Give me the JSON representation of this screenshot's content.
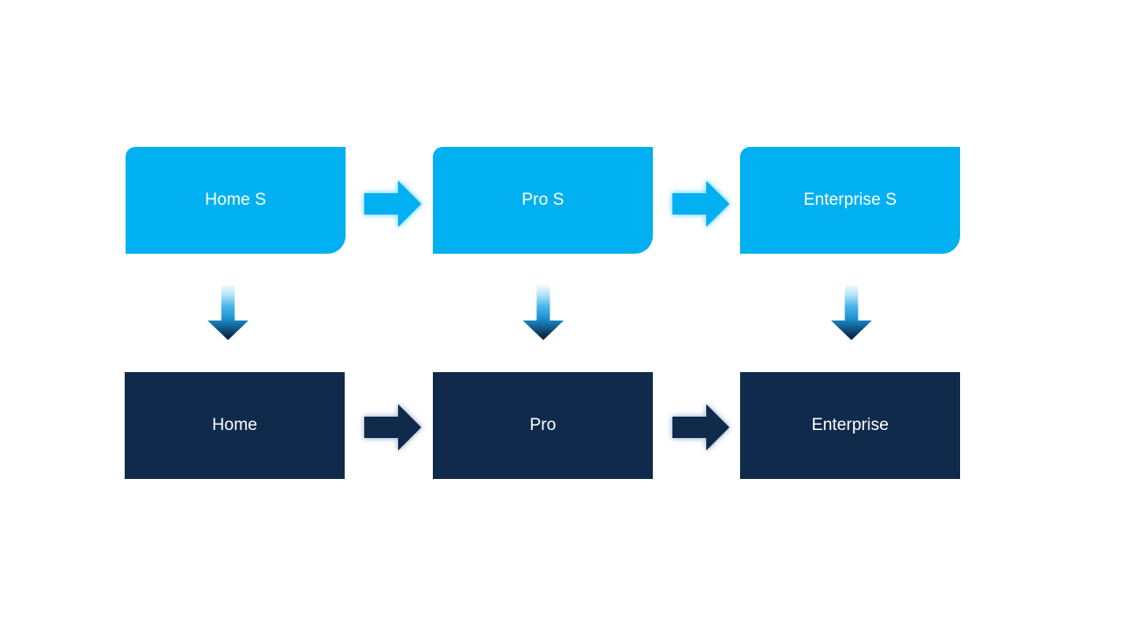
{
  "diagram": {
    "type": "process-upgrade-flow",
    "columns": [
      {
        "top_label": "Home S",
        "bottom_label": "Home"
      },
      {
        "top_label": "Pro S",
        "bottom_label": "Pro"
      },
      {
        "top_label": "Enterprise S",
        "bottom_label": "Enterprise"
      }
    ],
    "connectors": {
      "horizontal_top_count": 2,
      "horizontal_bottom_count": 2,
      "vertical_count": 3
    },
    "colors": {
      "background": "#ffffff",
      "top_box_fill": "#00b0f0",
      "bottom_box_fill": "#102a4c",
      "label_text": "#ffffff",
      "top_arrow_fill": "#00b0f0",
      "top_arrow_glow": "#82d7f8",
      "bottom_arrow_fill": "#102a4c",
      "bottom_arrow_glow": "#a8bad3",
      "down_arrow_gradient_top": "#f2fbff",
      "down_arrow_gradient_mid": "#29a7e0",
      "down_arrow_gradient_bottom": "#0a1e3c"
    }
  }
}
